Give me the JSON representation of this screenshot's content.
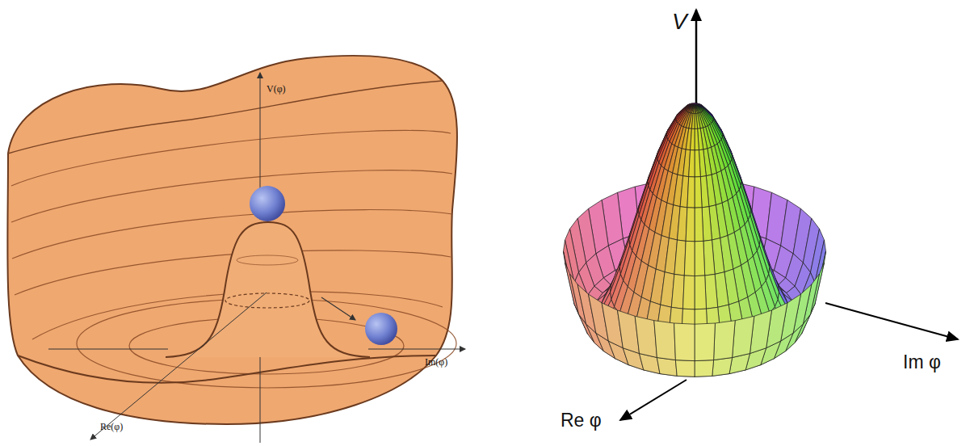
{
  "diagram": {
    "labels": [
      "V(φ)",
      "Im(φ)",
      "Re(φ)",
      "V",
      "Im φ",
      "Re φ"
    ]
  }
}
